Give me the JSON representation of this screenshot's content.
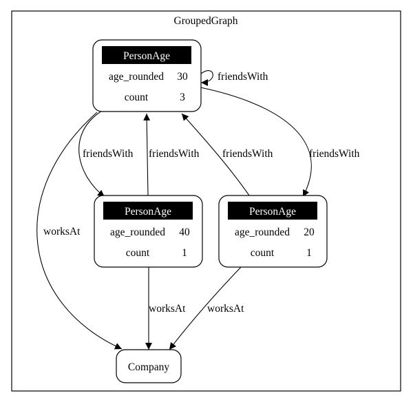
{
  "graph": {
    "title": "GroupedGraph"
  },
  "nodes": {
    "person_30": {
      "header": "PersonAge",
      "rows": [
        {
          "key": "age_rounded",
          "value": "30"
        },
        {
          "key": "count",
          "value": "3"
        }
      ]
    },
    "person_40": {
      "header": "PersonAge",
      "rows": [
        {
          "key": "age_rounded",
          "value": "40"
        },
        {
          "key": "count",
          "value": "1"
        }
      ]
    },
    "person_20": {
      "header": "PersonAge",
      "rows": [
        {
          "key": "age_rounded",
          "value": "20"
        },
        {
          "key": "count",
          "value": "1"
        }
      ]
    },
    "company": {
      "label": "Company"
    }
  },
  "edges": {
    "self_30": "friendsWith",
    "p30_to_p40": "friendsWith",
    "p40_to_p30": "friendsWith",
    "p20_to_p30": "friendsWith",
    "p30_to_p20": "friendsWith",
    "p30_to_company": "worksAt",
    "p40_to_company": "worksAt",
    "p20_to_company": "worksAt"
  },
  "colors": {
    "header_bg": "#000000",
    "header_text": "#ffffff",
    "stroke": "#000000",
    "background": "#ffffff"
  }
}
